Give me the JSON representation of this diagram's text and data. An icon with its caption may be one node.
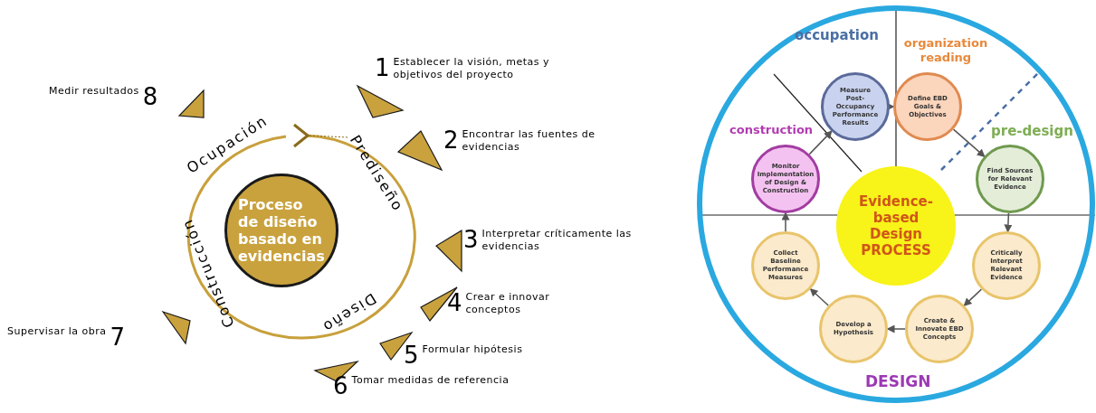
{
  "diagram": {
    "nodes": [
      {
        "text": [
          "Proceso de diseño basado en evidencias"
        ]
      },
      {
        "text": [
          "1",
          "Establecer la visión, metas y objetivos del proyecto"
        ]
      },
      {
        "text": [
          "2",
          "Encontrar las fuentes de evidencias"
        ]
      },
      {
        "text": [
          "3",
          "Interpretar críticamente las evidencias"
        ]
      },
      {
        "text": [
          "4",
          "Crear e innovar conceptos"
        ]
      },
      {
        "text": [
          "5",
          "Formular hipótesis"
        ]
      },
      {
        "text": [
          "6",
          "Tomar medidas de referencia"
        ]
      },
      {
        "text": [
          "Supervisar la obra",
          "7"
        ]
      },
      {
        "text": [
          "Medir resultados",
          "8"
        ]
      },
      {
        "text": [],
        "shape": "circle"
      },
      {
        "text": [
          "Evidence-based Design PROCESS"
        ],
        "in": 9
      },
      {
        "text": [
          "Measure Post-Occupancy Performance Results"
        ],
        "in": 9
      },
      {
        "text": [
          "Define EBD Goals & Objectives"
        ],
        "in": 9
      },
      {
        "text": [
          "Find Sources for Relevant Evidence"
        ],
        "in": 9
      },
      {
        "text": [
          "Monitor Implementation of Design & Construction"
        ],
        "in": 9
      },
      {
        "text": [
          "Critically Interpret Relevant Evidence"
        ],
        "in": 9
      },
      {
        "text": [
          "Collect Baseline Performance Measures"
        ],
        "in": 9
      },
      {
        "text": [
          "Create & Innovate EBD Concepts"
        ],
        "in": 9
      },
      {
        "text": [
          "Develop a Hypothesis"
        ],
        "in": 9
      }
    ],
    "edges": [
      {
        "from": 11,
        "to": 12,
        "arrow": "to"
      },
      {
        "from": 12,
        "to": 13,
        "arrow": "to"
      },
      {
        "from": 13,
        "to": 15,
        "arrow": "to"
      },
      {
        "from": 15,
        "to": 17,
        "arrow": "to"
      },
      {
        "from": 17,
        "to": 18,
        "arrow": "to"
      },
      {
        "from": 18,
        "to": 16,
        "arrow": "to"
      },
      {
        "from": 16,
        "to": 14,
        "arrow": "to"
      },
      {
        "from": 14,
        "to": 11,
        "arrow": "to"
      }
    ],
    "labels": [
      "Ocupación",
      "Prediseño",
      "Diseño",
      "Construcción",
      "occupation",
      "organization reading",
      "construction",
      "pre-design",
      "DESIGN"
    ]
  }
}
